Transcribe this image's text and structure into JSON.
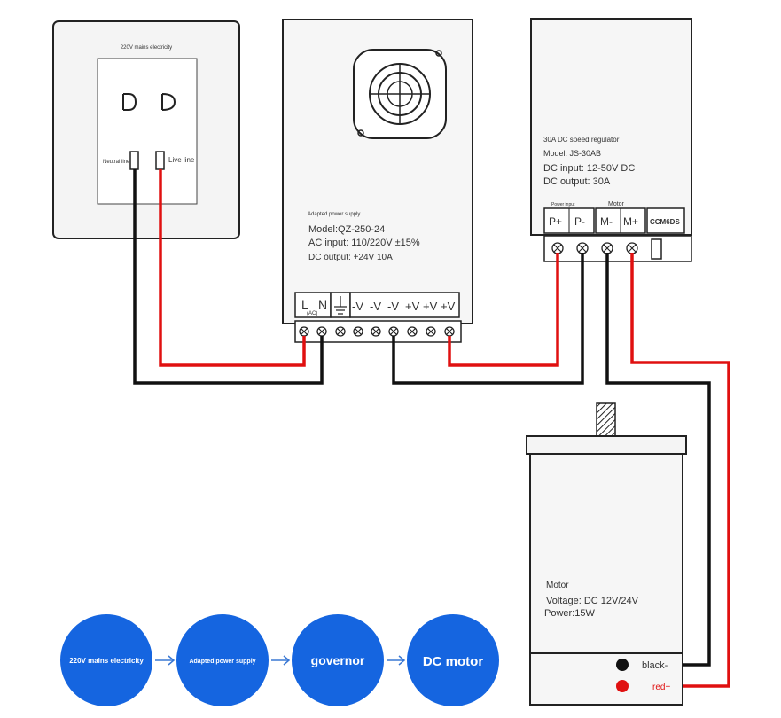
{
  "socket": {
    "title": "220V mains electricity",
    "neutral_label": "Neutral line",
    "live_label": "Live line"
  },
  "power_supply": {
    "title": "Adapted power supply",
    "model": "Model:QZ-250-24",
    "ac_input": "AC input: 110/220V ±15%",
    "dc_output": "DC output: +24V 10A",
    "terminals": {
      "l": "L",
      "ac": "(AC)",
      "n": "N",
      "neg_v": "-V",
      "pos_v": "+V"
    }
  },
  "regulator": {
    "title": "30A DC speed regulator",
    "model": "Model: JS-30AB",
    "dc_input": "DC input: 12-50V DC",
    "dc_output": "DC output: 30A",
    "power_input_label": "Power input",
    "motor_label": "Motor",
    "terminals": [
      "P+",
      "P-",
      "M-",
      "M+"
    ],
    "badge": "CCM6DS"
  },
  "motor": {
    "title": "Motor",
    "voltage": "Voltage: DC 12V/24V",
    "power": "Power:15W",
    "black_label": "black-",
    "red_label": "red+"
  },
  "flow": {
    "steps": [
      "220V mains electricity",
      "Adapted power supply",
      "governor",
      "DC motor"
    ],
    "arrow_color": "#3a78d4",
    "circle_color": "#1565e0"
  },
  "colors": {
    "red_wire": "#e01010",
    "black_wire": "#111111",
    "motor_red_dot": "#e01010",
    "motor_black_dot": "#111111"
  }
}
